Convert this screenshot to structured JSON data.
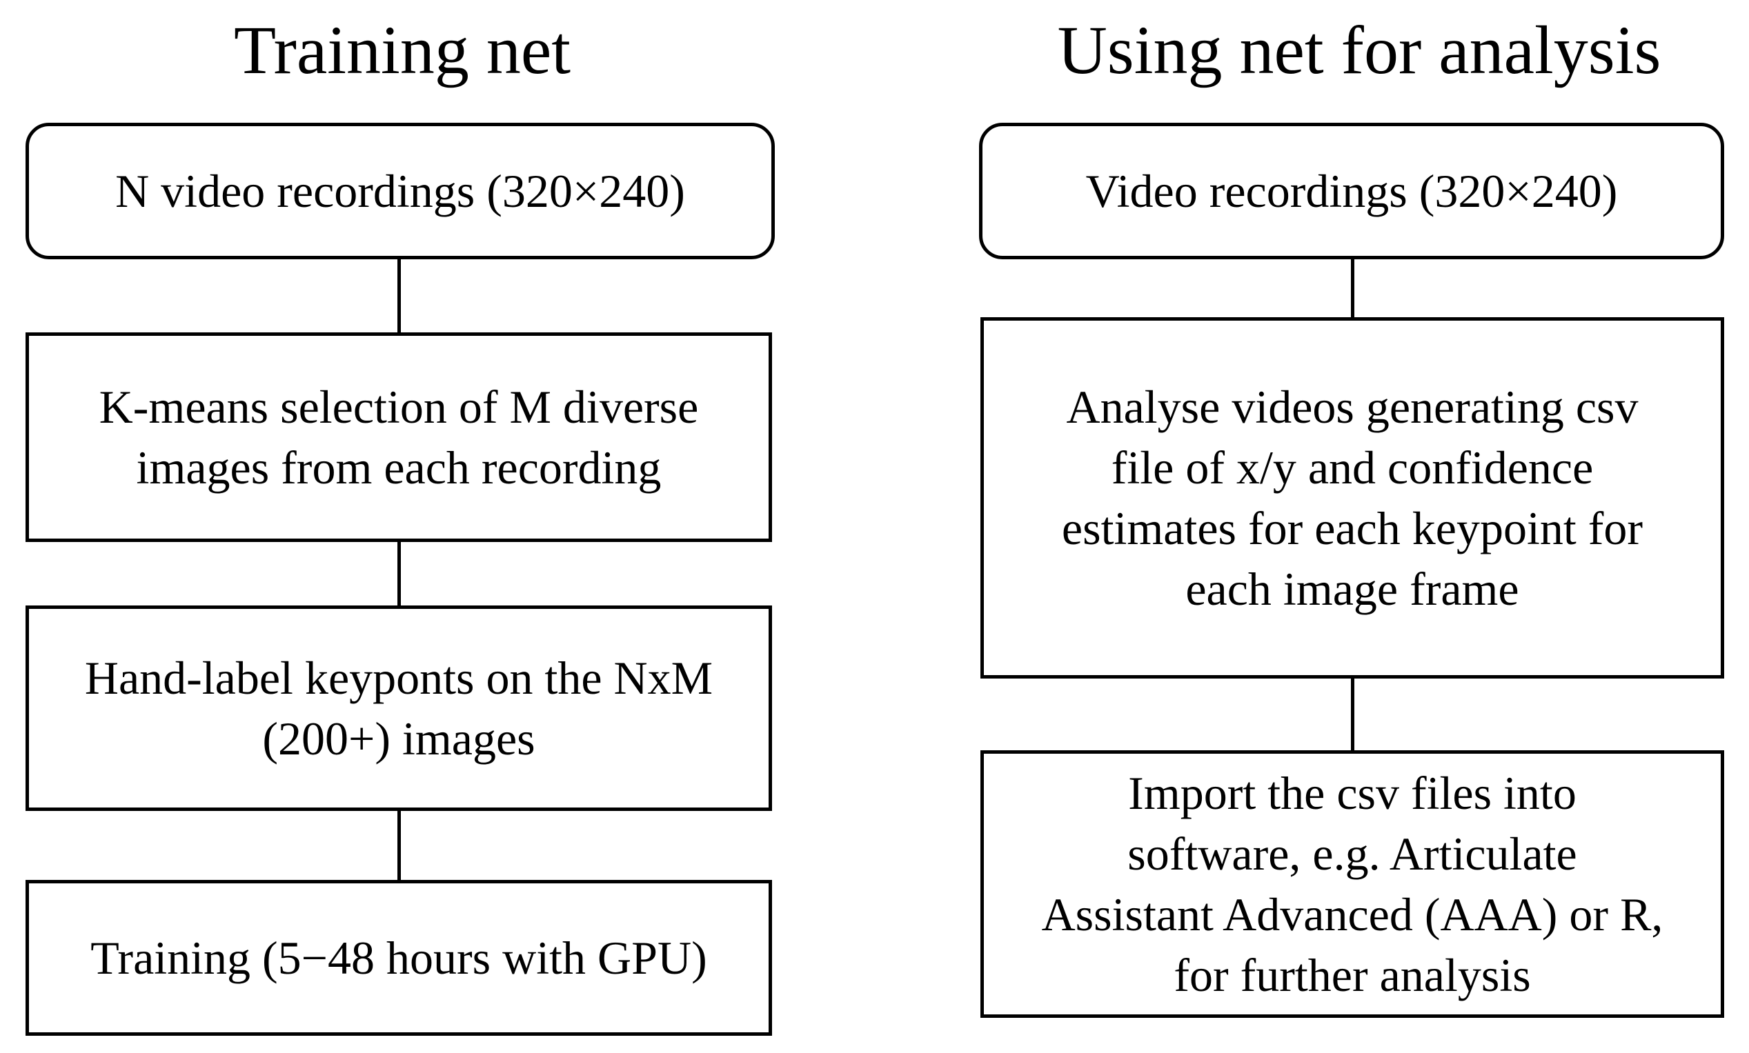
{
  "left": {
    "title": "Training net",
    "steps": [
      {
        "lines": [
          "N video recordings (320×240)"
        ]
      },
      {
        "lines": [
          "K-means selection of M diverse",
          "images from each recording"
        ]
      },
      {
        "lines": [
          "Hand-label keyponts on the NxM",
          "(200+) images"
        ]
      },
      {
        "lines": [
          "Training (5−48 hours with GPU)"
        ]
      }
    ]
  },
  "right": {
    "title": "Using net for analysis",
    "steps": [
      {
        "lines": [
          "Video recordings (320×240)"
        ]
      },
      {
        "lines": [
          "Analyse videos generating csv",
          "file of x/y and confidence",
          "estimates for each keypoint for",
          "each image frame"
        ]
      },
      {
        "lines": [
          "Import the csv files into",
          "software, e.g. Articulate",
          "Assistant Advanced (AAA) or R,",
          "for further analysis"
        ]
      }
    ]
  }
}
